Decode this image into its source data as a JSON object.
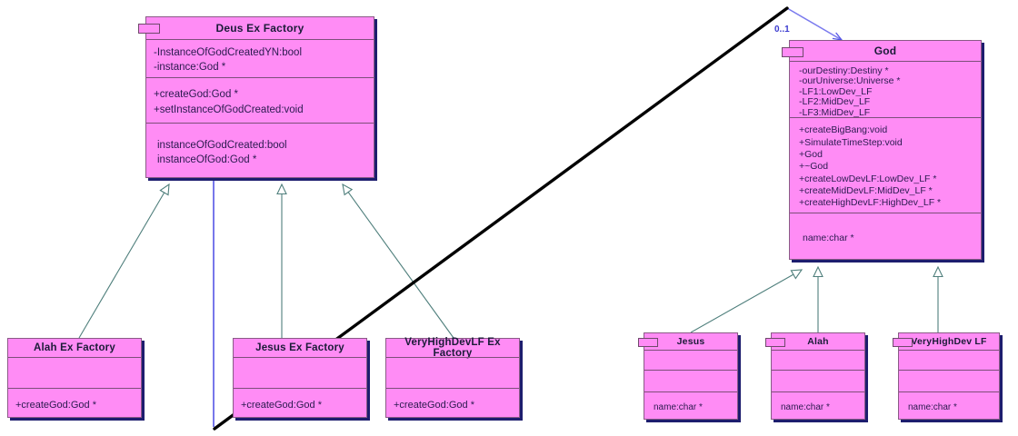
{
  "diagram": {
    "kind": "uml-class-diagram",
    "title": "Deus Ex Factory / God abstract factory class diagram",
    "colors": {
      "class_fill": "#ff8cf5",
      "class_border": "#8a5a86",
      "class_shadow": "#1d1d6e",
      "title_text": "#1b1b38",
      "member_text": "#2a1a4f",
      "generalization_line": "#4f7f7c",
      "association_line": "#5555e6",
      "annotation_line": "#000000",
      "multiplicity_text": "#3b3bcf",
      "background": "#ffffff"
    }
  },
  "classes": {
    "deus_ex_factory": {
      "name": "Deus Ex Factory",
      "attributes": [
        "-InstanceOfGodCreatedYN:bool",
        "-instance:God *"
      ],
      "operations": [
        "+createGod:God *",
        "+setInstanceOfGodCreated:void"
      ],
      "extra": [
        "instanceOfGodCreated:bool",
        "instanceOfGod:God *"
      ]
    },
    "god": {
      "name": "God",
      "attributes": [
        "-ourDestiny:Destiny *",
        "-ourUniverse:Universe *",
        "-LF1:LowDev_LF",
        "-LF2:MidDev_LF",
        "-LF3:MidDev_LF"
      ],
      "operations": [
        "+createBigBang:void",
        "+SimulateTimeStep:void",
        "+God",
        "+~God",
        "+createLowDevLF:LowDev_LF *",
        "+createMidDevLF:MidDev_LF *",
        "+createHighDevLF:HighDev_LF *"
      ],
      "extra": [
        "name:char *"
      ]
    },
    "alah_ex_factory": {
      "name": "Alah Ex Factory",
      "attributes": [],
      "operations": [
        "+createGod:God *"
      ]
    },
    "jesus_ex_factory": {
      "name": "Jesus Ex Factory",
      "attributes": [],
      "operations": [
        "+createGod:God *"
      ]
    },
    "veryhighdevlf_ex_factory": {
      "name": "VeryHighDevLF Ex Factory",
      "attributes": [],
      "operations": [
        "+createGod:God *"
      ]
    },
    "jesus": {
      "name": "Jesus",
      "extra": [
        "name:char *"
      ]
    },
    "alah": {
      "name": "Alah",
      "extra": [
        "name:char *"
      ]
    },
    "veryhighdev_lf": {
      "name": "VeryHighDev LF",
      "extra": [
        "name:char *"
      ]
    }
  },
  "relationships": {
    "multiplicity_god_end": "0..1",
    "generalizations": [
      {
        "from": "Alah Ex Factory",
        "to": "Deus Ex Factory"
      },
      {
        "from": "Jesus Ex Factory",
        "to": "Deus Ex Factory"
      },
      {
        "from": "VeryHighDevLF Ex Factory",
        "to": "Deus Ex Factory"
      },
      {
        "from": "Jesus",
        "to": "God"
      },
      {
        "from": "Alah",
        "to": "God"
      },
      {
        "from": "VeryHighDev LF",
        "to": "God"
      }
    ],
    "associations": [
      {
        "from": "Deus Ex Factory",
        "to": "God",
        "target_multiplicity": "0..1"
      }
    ]
  }
}
